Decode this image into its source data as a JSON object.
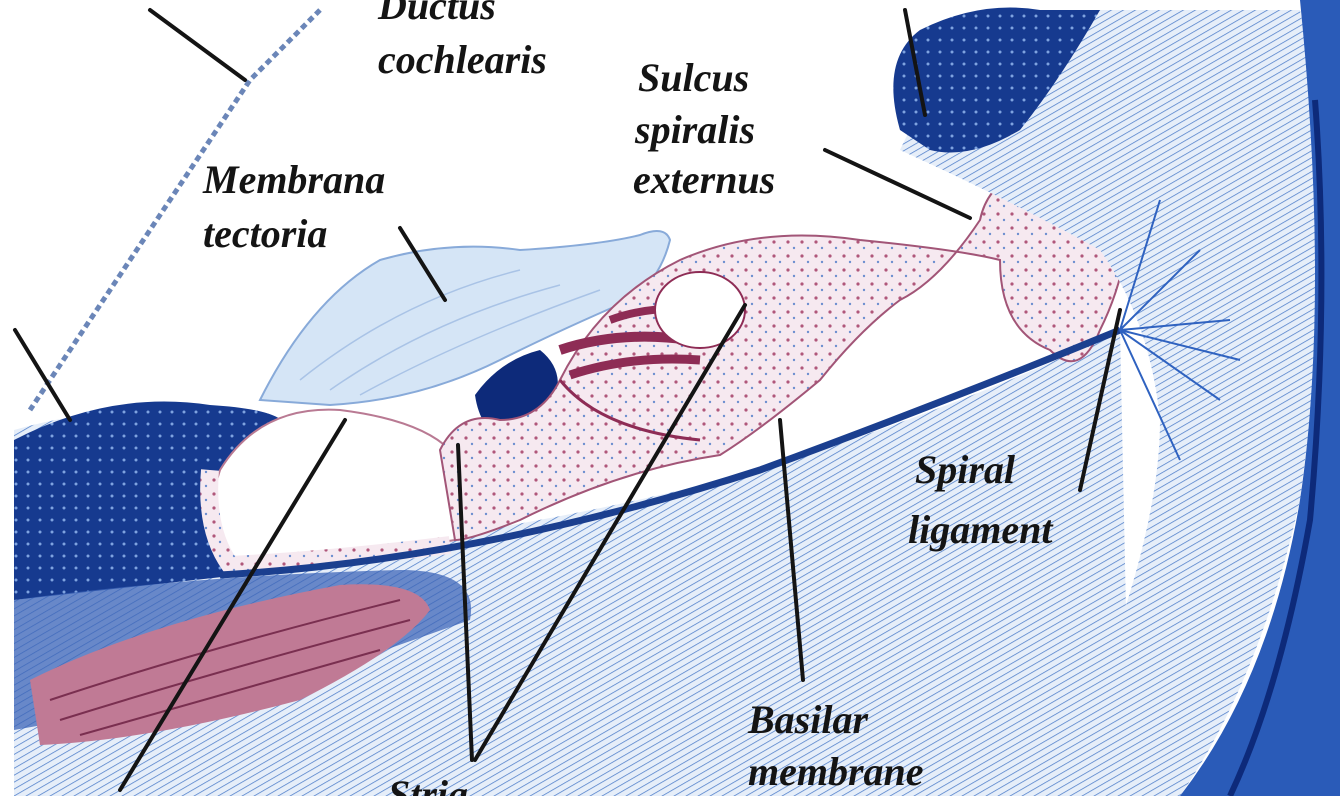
{
  "labels": {
    "ductus_cochlearis": "Ductus cochlearis",
    "ductus_cochlearis_line1": "Ductus",
    "ductus_cochlearis_line2": "cochlearis",
    "sulcus_line1": "Sulcus",
    "sulcus_line2": "spiralis",
    "sulcus_line3": "externus",
    "membrana_line1": "Membrana",
    "membrana_line2": "tectoria",
    "spiral_line1": "Spiral",
    "spiral_line2": "ligament",
    "basilar_line1": "Basilar",
    "basilar_line2": "membrane",
    "stria_partial": "Stria"
  },
  "colors": {
    "background": "#ffffff",
    "tissue_blue_dark": "#0d2a7a",
    "tissue_blue_mid": "#2b5cb8",
    "tissue_blue_light": "#bcd3ef",
    "tissue_pink": "#a94a6a",
    "tissue_pink_light": "#f2dfe8",
    "leader_line": "#141414"
  }
}
